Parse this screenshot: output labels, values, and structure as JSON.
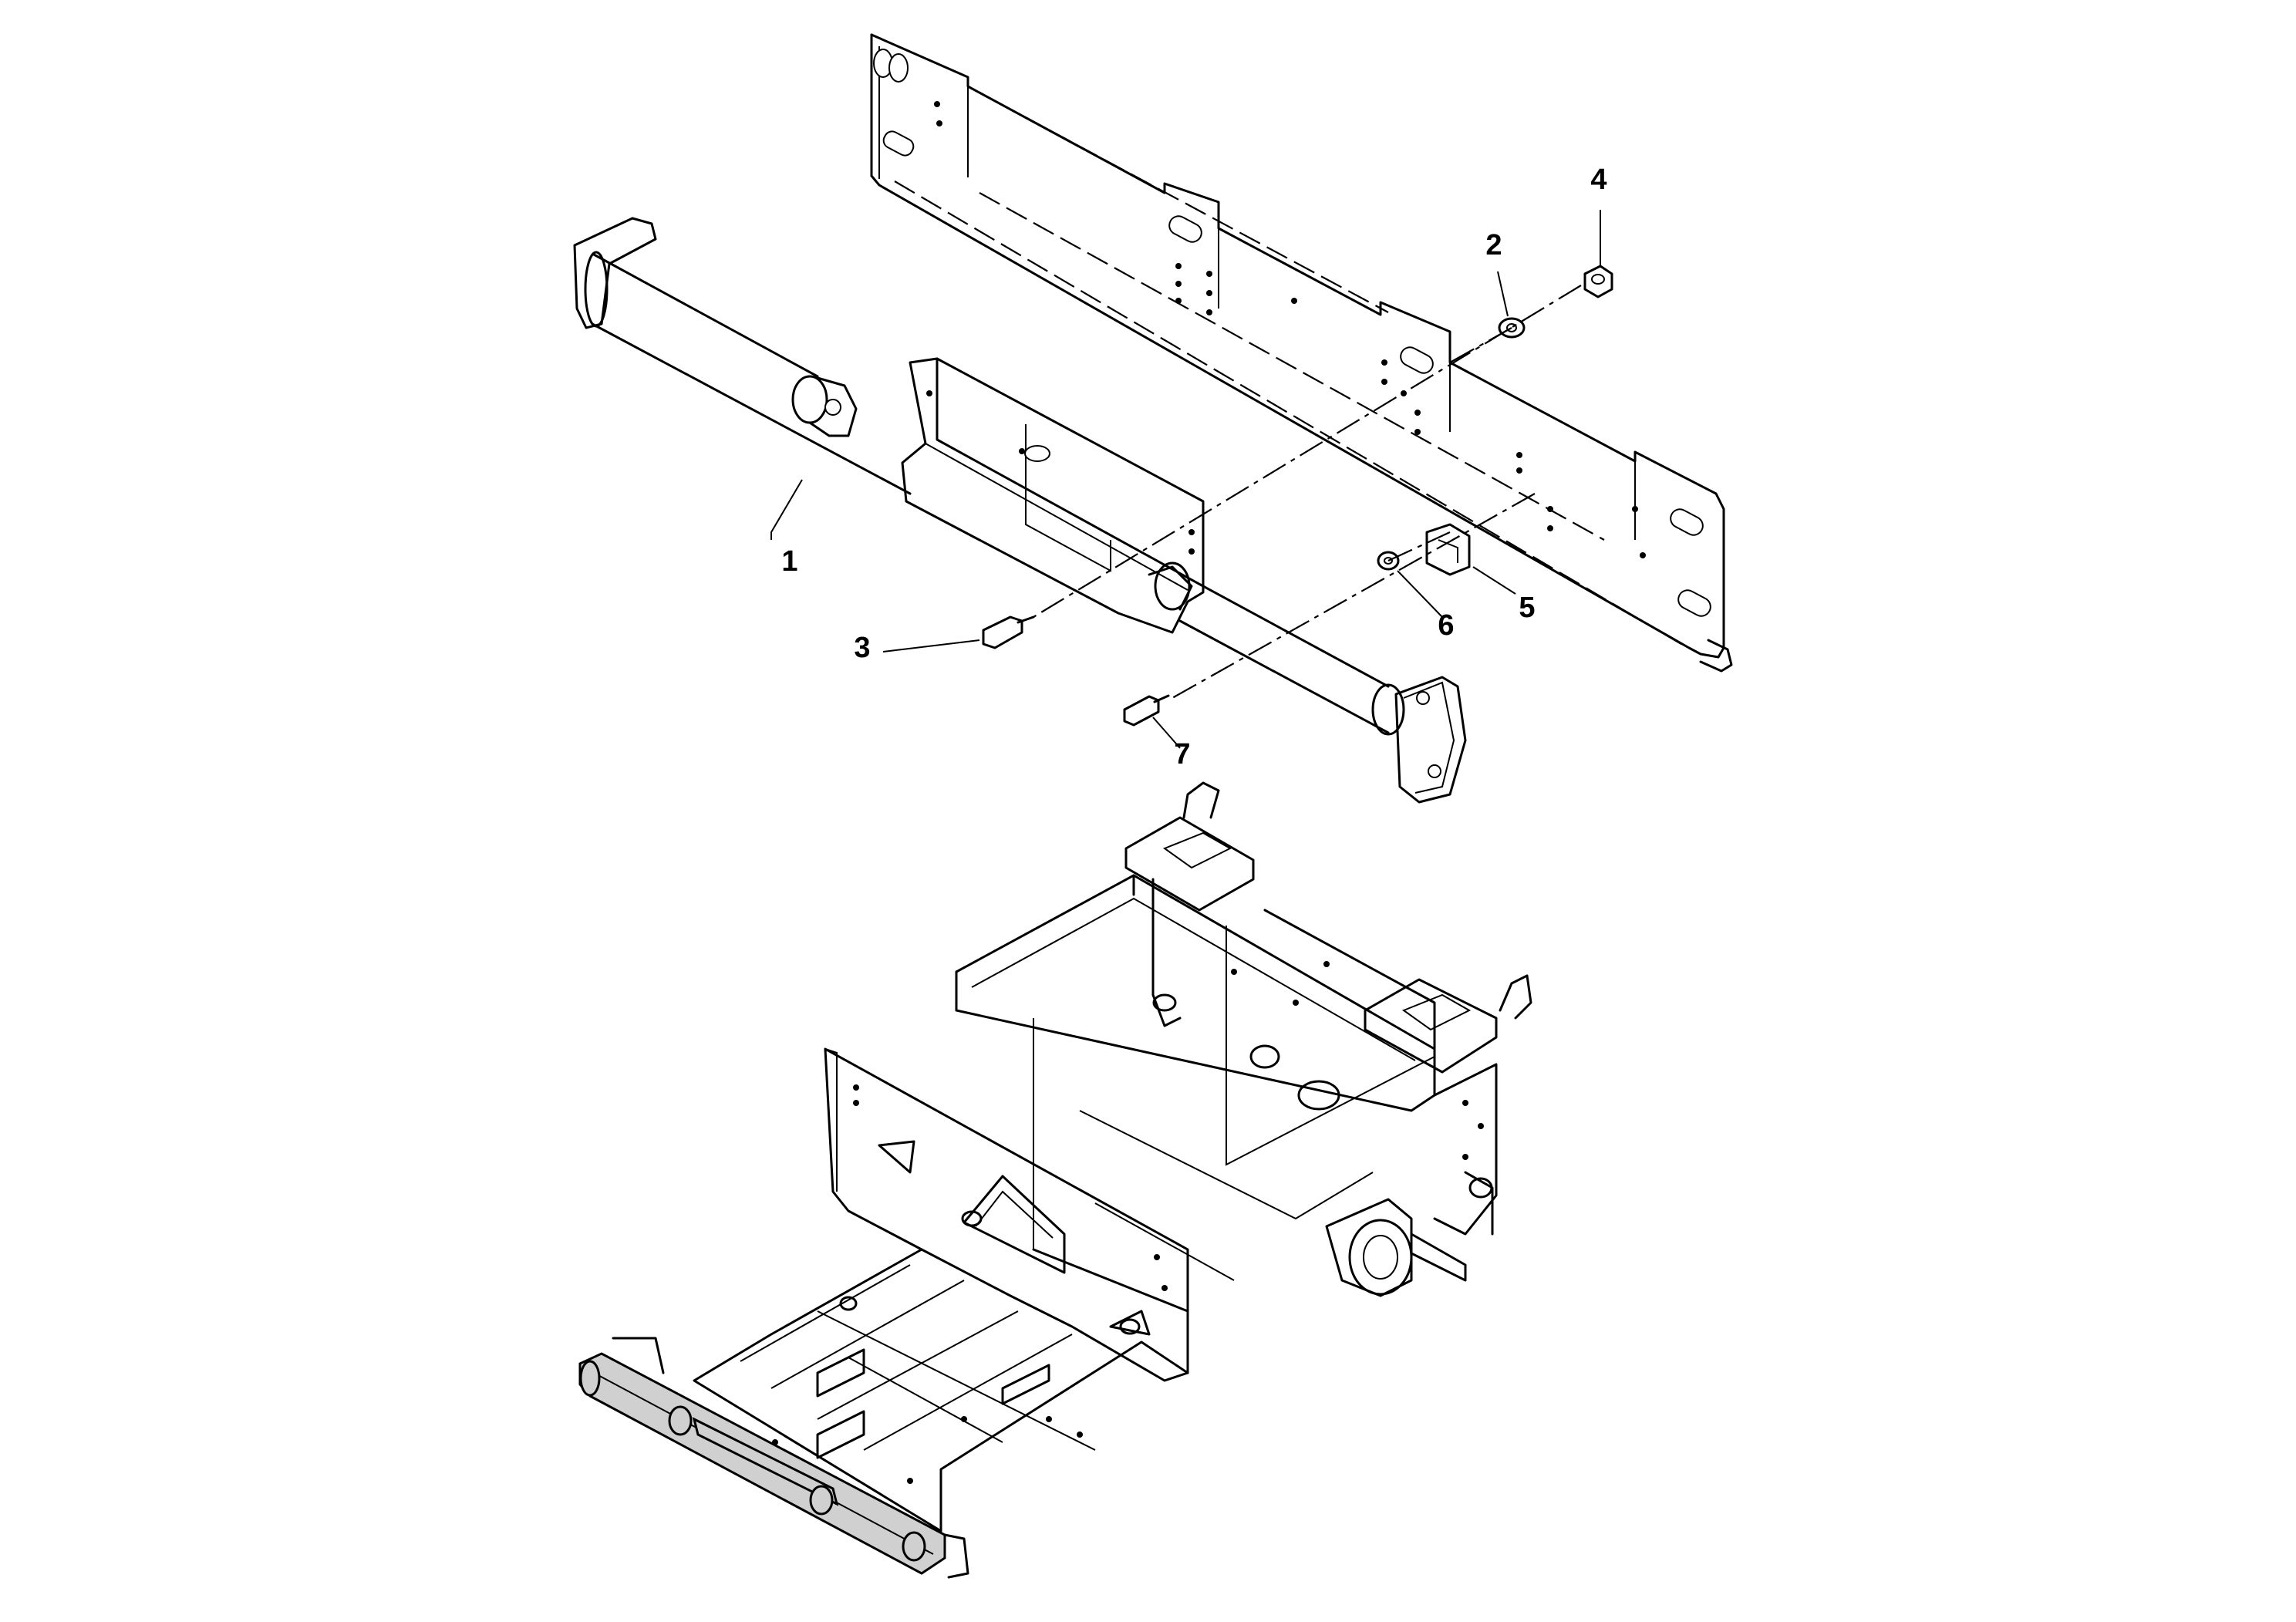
{
  "callouts": [
    {
      "id": "1",
      "label": "1",
      "part": "cylinder-bracket-assembly"
    },
    {
      "id": "2",
      "label": "2",
      "part": "washer"
    },
    {
      "id": "3",
      "label": "3",
      "part": "bolt"
    },
    {
      "id": "4",
      "label": "4",
      "part": "nut"
    },
    {
      "id": "5",
      "label": "5",
      "part": "spacer-block"
    },
    {
      "id": "6",
      "label": "6",
      "part": "washer-small"
    },
    {
      "id": "7",
      "label": "7",
      "part": "bolt-small"
    }
  ],
  "colors": {
    "line": "#000000",
    "background": "#ffffff",
    "highlight": "#d0d0d0"
  }
}
